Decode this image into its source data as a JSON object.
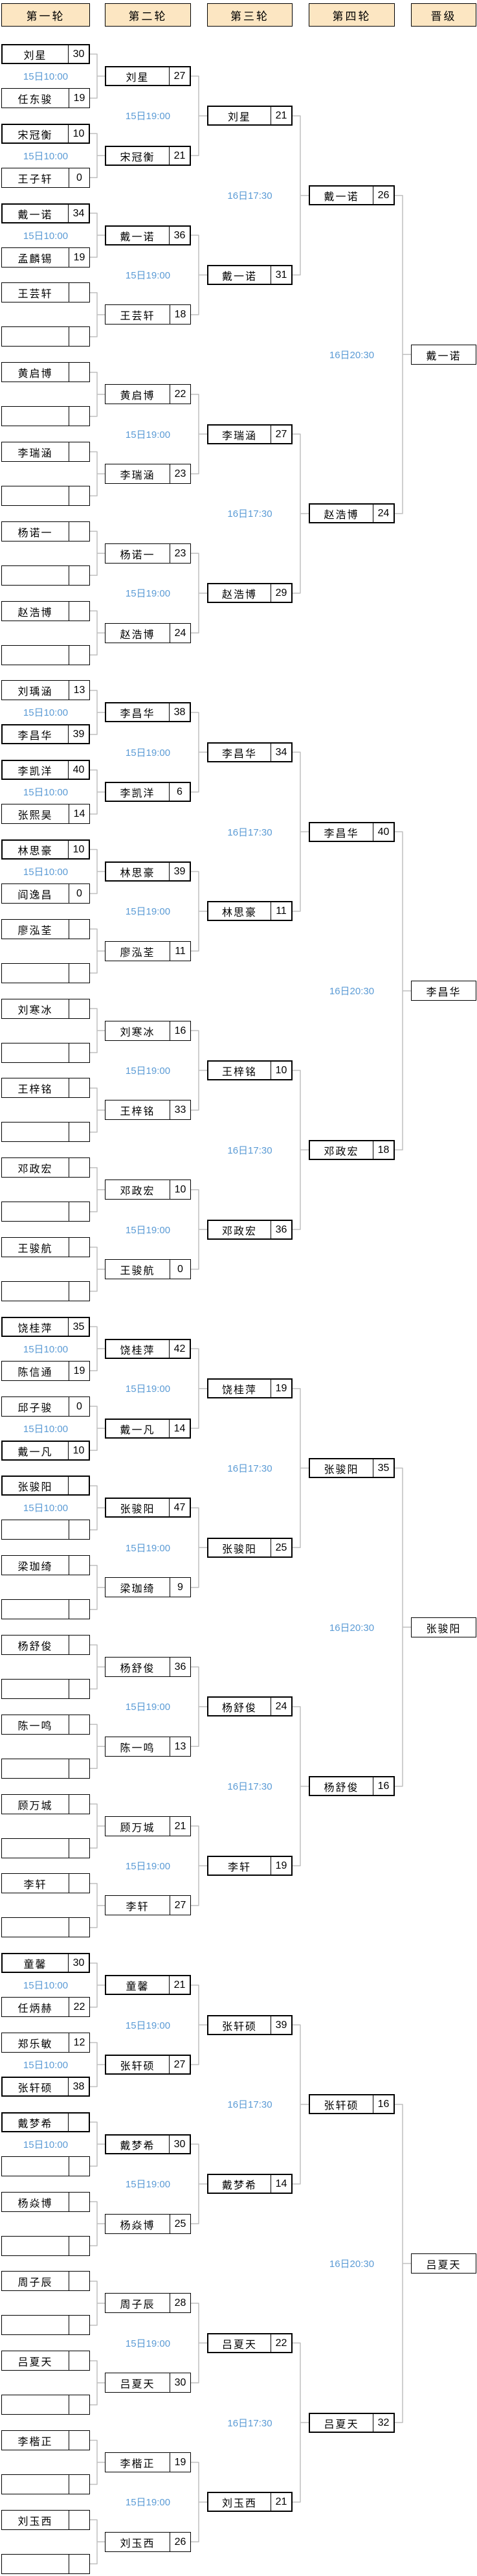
{
  "columns": {
    "headers": [
      "第一轮",
      "第二轮",
      "第三轮",
      "第四轮",
      "晋级"
    ]
  },
  "colors": {
    "header_bg": "#fce6c2",
    "box_border": "#000000",
    "time_text": "#5b9bd5",
    "connector": "#bfbfbf",
    "background": "#ffffff"
  },
  "schedule": {
    "round1_time": "15日10:00",
    "round2_time": "15日19:00",
    "round3_time": "16日17:30",
    "round4_time": "16日20:30"
  },
  "bracket": {
    "round1": [
      {
        "p1": {
          "name": "刘星",
          "score": "30",
          "bold": true
        },
        "time": "15日10:00",
        "p2": {
          "name": "任东骏",
          "score": "19",
          "bold": false
        }
      },
      {
        "p1": {
          "name": "宋冠衡",
          "score": "10",
          "bold": true
        },
        "time": "15日10:00",
        "p2": {
          "name": "王子轩",
          "score": "0",
          "bold": false
        }
      },
      {
        "p1": {
          "name": "戴一诺",
          "score": "34",
          "bold": true
        },
        "time": "15日10:00",
        "p2": {
          "name": "孟麟锡",
          "score": "19",
          "bold": false
        }
      },
      {
        "p1": {
          "name": "王芸轩",
          "score": "",
          "bold": false
        },
        "time": "",
        "p2": {
          "name": "",
          "score": "",
          "bold": false
        }
      },
      {
        "p1": {
          "name": "黄启博",
          "score": "",
          "bold": false
        },
        "time": "",
        "p2": {
          "name": "",
          "score": "",
          "bold": false
        }
      },
      {
        "p1": {
          "name": "李瑞涵",
          "score": "",
          "bold": false
        },
        "time": "",
        "p2": {
          "name": "",
          "score": "",
          "bold": false
        }
      },
      {
        "p1": {
          "name": "杨诺一",
          "score": "",
          "bold": false
        },
        "time": "",
        "p2": {
          "name": "",
          "score": "",
          "bold": false
        }
      },
      {
        "p1": {
          "name": "赵浩博",
          "score": "",
          "bold": false
        },
        "time": "",
        "p2": {
          "name": "",
          "score": "",
          "bold": false
        }
      },
      {
        "p1": {
          "name": "刘瑀涵",
          "score": "13",
          "bold": false
        },
        "time": "15日10:00",
        "p2": {
          "name": "李昌华",
          "score": "39",
          "bold": true
        }
      },
      {
        "p1": {
          "name": "李凯洋",
          "score": "40",
          "bold": true
        },
        "time": "15日10:00",
        "p2": {
          "name": "张熙昊",
          "score": "14",
          "bold": false
        }
      },
      {
        "p1": {
          "name": "林思豪",
          "score": "10",
          "bold": true
        },
        "time": "15日10:00",
        "p2": {
          "name": "阎逸昌",
          "score": "0",
          "bold": false
        }
      },
      {
        "p1": {
          "name": "廖泓荃",
          "score": "",
          "bold": false
        },
        "time": "",
        "p2": {
          "name": "",
          "score": "",
          "bold": false
        }
      },
      {
        "p1": {
          "name": "刘寒冰",
          "score": "",
          "bold": false
        },
        "time": "",
        "p2": {
          "name": "",
          "score": "",
          "bold": false
        }
      },
      {
        "p1": {
          "name": "王梓铭",
          "score": "",
          "bold": false
        },
        "time": "",
        "p2": {
          "name": "",
          "score": "",
          "bold": false
        }
      },
      {
        "p1": {
          "name": "邓政宏",
          "score": "",
          "bold": false
        },
        "time": "",
        "p2": {
          "name": "",
          "score": "",
          "bold": false
        }
      },
      {
        "p1": {
          "name": "王骏航",
          "score": "",
          "bold": false
        },
        "time": "",
        "p2": {
          "name": "",
          "score": "",
          "bold": false
        }
      },
      {
        "p1": {
          "name": "饶桂萍",
          "score": "35",
          "bold": true
        },
        "time": "15日10:00",
        "p2": {
          "name": "陈信通",
          "score": "19",
          "bold": false
        }
      },
      {
        "p1": {
          "name": "邱子骏",
          "score": "0",
          "bold": false
        },
        "time": "15日10:00",
        "p2": {
          "name": "戴一凡",
          "score": "10",
          "bold": true
        }
      },
      {
        "p1": {
          "name": "张骏阳",
          "score": "",
          "bold": true
        },
        "time": "15日10:00",
        "p2": {
          "name": "",
          "score": "",
          "bold": false
        }
      },
      {
        "p1": {
          "name": "梁珈绮",
          "score": "",
          "bold": false
        },
        "time": "",
        "p2": {
          "name": "",
          "score": "",
          "bold": false
        }
      },
      {
        "p1": {
          "name": "杨舒俊",
          "score": "",
          "bold": false
        },
        "time": "",
        "p2": {
          "name": "",
          "score": "",
          "bold": false
        }
      },
      {
        "p1": {
          "name": "陈一鸣",
          "score": "",
          "bold": false
        },
        "time": "",
        "p2": {
          "name": "",
          "score": "",
          "bold": false
        }
      },
      {
        "p1": {
          "name": "顾万城",
          "score": "",
          "bold": false
        },
        "time": "",
        "p2": {
          "name": "",
          "score": "",
          "bold": false
        }
      },
      {
        "p1": {
          "name": "李轩",
          "score": "",
          "bold": false
        },
        "time": "",
        "p2": {
          "name": "",
          "score": "",
          "bold": false
        }
      },
      {
        "p1": {
          "name": "童馨",
          "score": "30",
          "bold": true
        },
        "time": "15日10:00",
        "p2": {
          "name": "任炳赫",
          "score": "22",
          "bold": false
        }
      },
      {
        "p1": {
          "name": "郑乐敏",
          "score": "12",
          "bold": false
        },
        "time": "15日10:00",
        "p2": {
          "name": "张轩硕",
          "score": "38",
          "bold": true
        }
      },
      {
        "p1": {
          "name": "戴梦希",
          "score": "",
          "bold": true
        },
        "time": "15日10:00",
        "p2": {
          "name": "",
          "score": "",
          "bold": false
        }
      },
      {
        "p1": {
          "name": "杨焱博",
          "score": "",
          "bold": false
        },
        "time": "",
        "p2": {
          "name": "",
          "score": "",
          "bold": false
        }
      },
      {
        "p1": {
          "name": "周子辰",
          "score": "",
          "bold": false
        },
        "time": "",
        "p2": {
          "name": "",
          "score": "",
          "bold": false
        }
      },
      {
        "p1": {
          "name": "吕夏天",
          "score": "",
          "bold": false
        },
        "time": "",
        "p2": {
          "name": "",
          "score": "",
          "bold": false
        }
      },
      {
        "p1": {
          "name": "李楷正",
          "score": "",
          "bold": false
        },
        "time": "",
        "p2": {
          "name": "",
          "score": "",
          "bold": false
        }
      },
      {
        "p1": {
          "name": "刘玉西",
          "score": "",
          "bold": false
        },
        "time": "",
        "p2": {
          "name": "",
          "score": "",
          "bold": false
        }
      }
    ],
    "round2": [
      {
        "name": "刘星",
        "score": "27",
        "bold": true
      },
      {
        "name": "宋冠衡",
        "score": "21",
        "bold": true
      },
      {
        "name": "戴一诺",
        "score": "36",
        "bold": true
      },
      {
        "name": "王芸轩",
        "score": "18",
        "bold": false
      },
      {
        "name": "黄启博",
        "score": "22",
        "bold": false
      },
      {
        "name": "李瑞涵",
        "score": "23",
        "bold": false
      },
      {
        "name": "杨诺一",
        "score": "23",
        "bold": false
      },
      {
        "name": "赵浩博",
        "score": "24",
        "bold": false
      },
      {
        "name": "李昌华",
        "score": "38",
        "bold": true
      },
      {
        "name": "李凯洋",
        "score": "6",
        "bold": true
      },
      {
        "name": "林思豪",
        "score": "39",
        "bold": true
      },
      {
        "name": "廖泓荃",
        "score": "11",
        "bold": false
      },
      {
        "name": "刘寒冰",
        "score": "16",
        "bold": false
      },
      {
        "name": "王梓铭",
        "score": "33",
        "bold": false
      },
      {
        "name": "邓政宏",
        "score": "10",
        "bold": false
      },
      {
        "name": "王骏航",
        "score": "0",
        "bold": false
      },
      {
        "name": "饶桂萍",
        "score": "42",
        "bold": true
      },
      {
        "name": "戴一凡",
        "score": "14",
        "bold": true
      },
      {
        "name": "张骏阳",
        "score": "47",
        "bold": true
      },
      {
        "name": "梁珈绮",
        "score": "9",
        "bold": false
      },
      {
        "name": "杨舒俊",
        "score": "36",
        "bold": false
      },
      {
        "name": "陈一鸣",
        "score": "13",
        "bold": false
      },
      {
        "name": "顾万城",
        "score": "21",
        "bold": false
      },
      {
        "name": "李轩",
        "score": "27",
        "bold": false
      },
      {
        "name": "童馨",
        "score": "21",
        "bold": true
      },
      {
        "name": "张轩硕",
        "score": "27",
        "bold": true
      },
      {
        "name": "戴梦希",
        "score": "30",
        "bold": true
      },
      {
        "name": "杨焱博",
        "score": "25",
        "bold": false
      },
      {
        "name": "周子辰",
        "score": "28",
        "bold": false
      },
      {
        "name": "吕夏天",
        "score": "30",
        "bold": false
      },
      {
        "name": "李楷正",
        "score": "19",
        "bold": false
      },
      {
        "name": "刘玉西",
        "score": "26",
        "bold": false
      }
    ],
    "round3": [
      {
        "name": "刘星",
        "score": "21",
        "bold": true
      },
      {
        "name": "戴一诺",
        "score": "31",
        "bold": true
      },
      {
        "name": "李瑞涵",
        "score": "27",
        "bold": true
      },
      {
        "name": "赵浩博",
        "score": "29",
        "bold": true
      },
      {
        "name": "李昌华",
        "score": "34",
        "bold": true
      },
      {
        "name": "林思豪",
        "score": "11",
        "bold": true
      },
      {
        "name": "王梓铭",
        "score": "10",
        "bold": true
      },
      {
        "name": "邓政宏",
        "score": "36",
        "bold": true
      },
      {
        "name": "饶桂萍",
        "score": "19",
        "bold": true
      },
      {
        "name": "张骏阳",
        "score": "25",
        "bold": true
      },
      {
        "name": "杨舒俊",
        "score": "24",
        "bold": true
      },
      {
        "name": "李轩",
        "score": "19",
        "bold": true
      },
      {
        "name": "张轩硕",
        "score": "39",
        "bold": true
      },
      {
        "name": "戴梦希",
        "score": "14",
        "bold": true
      },
      {
        "name": "吕夏天",
        "score": "22",
        "bold": true
      },
      {
        "name": "刘玉西",
        "score": "21",
        "bold": true
      }
    ],
    "round4": [
      {
        "name": "戴一诺",
        "score": "26",
        "bold": true
      },
      {
        "name": "赵浩博",
        "score": "24",
        "bold": true
      },
      {
        "name": "李昌华",
        "score": "40",
        "bold": true
      },
      {
        "name": "邓政宏",
        "score": "18",
        "bold": true
      },
      {
        "name": "张骏阳",
        "score": "35",
        "bold": true
      },
      {
        "name": "杨舒俊",
        "score": "16",
        "bold": true
      },
      {
        "name": "张轩硕",
        "score": "16",
        "bold": true
      },
      {
        "name": "吕夏天",
        "score": "32",
        "bold": true
      }
    ],
    "advanced": [
      "戴一诺",
      "李昌华",
      "张骏阳",
      "吕夏天"
    ]
  }
}
